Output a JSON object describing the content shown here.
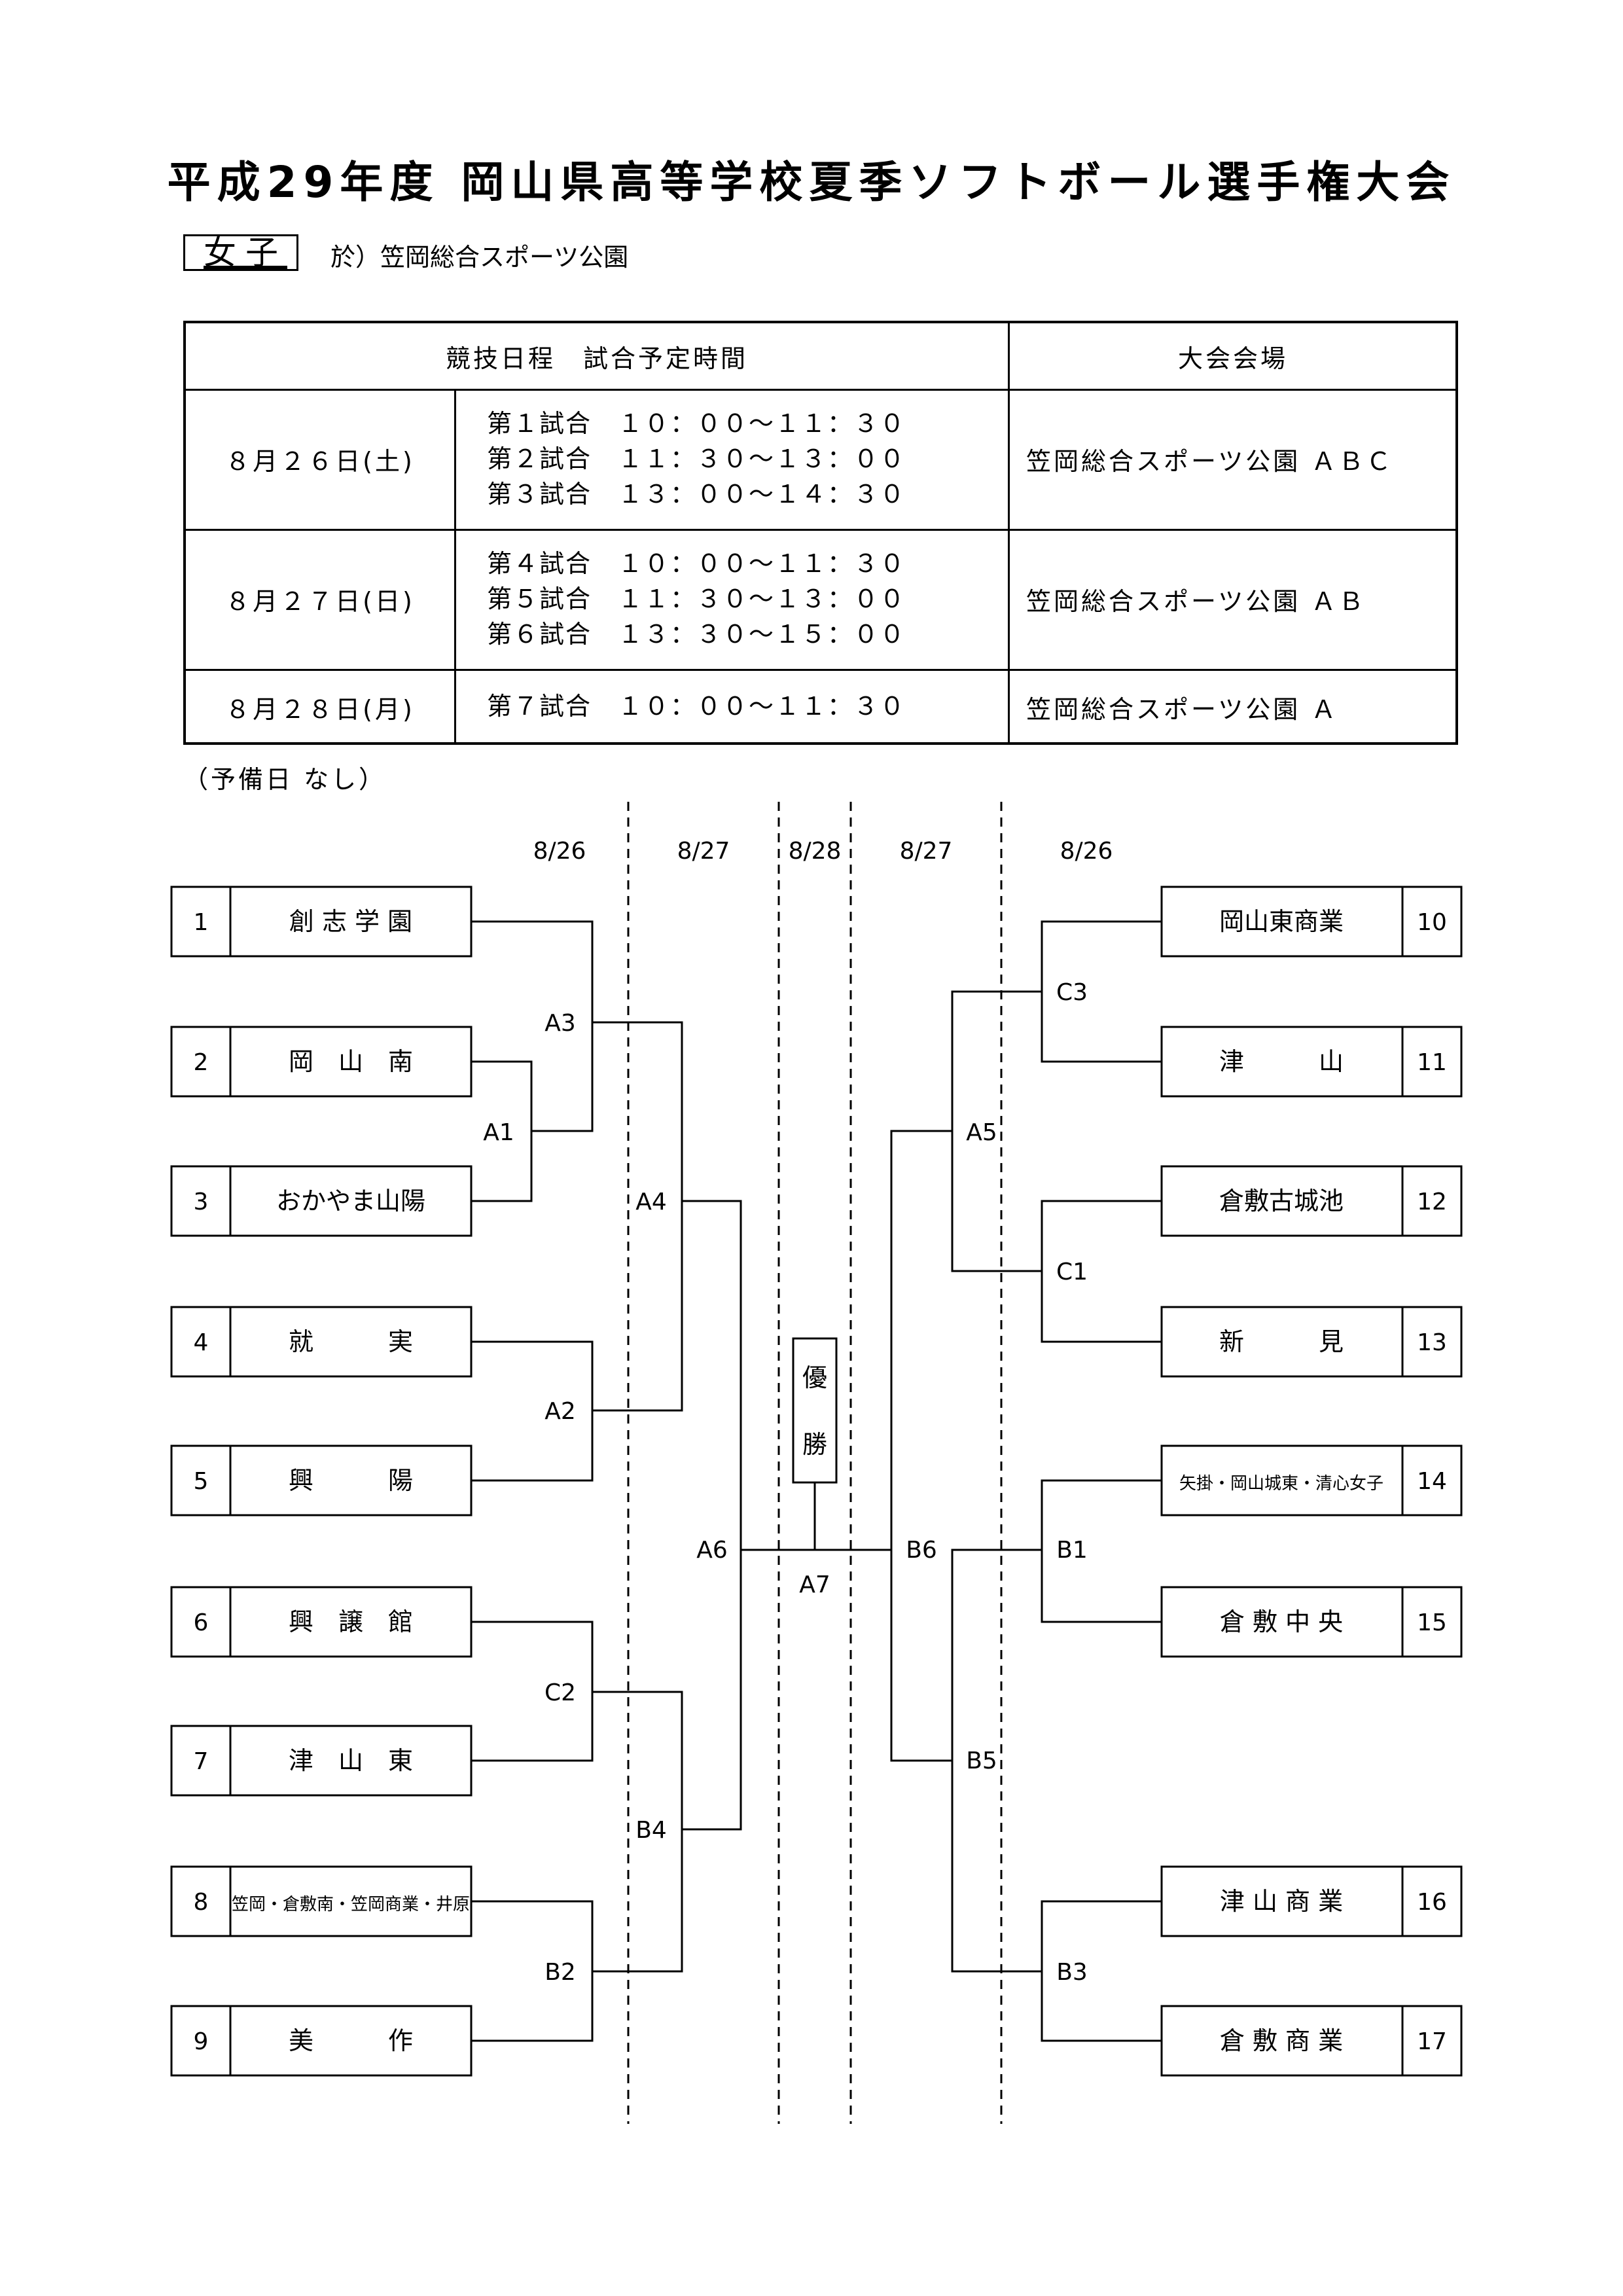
{
  "title": "平成29年度 岡山県高等学校夏季ソフトボール選手権大会",
  "division_label": "女子",
  "venue_note": "於）笠岡総合スポーツ公園",
  "schedule_table": {
    "headers": {
      "schedule": "競技日程　試合予定時間",
      "venue": "大会会場"
    },
    "rows": [
      {
        "date": "８月２６日(土)",
        "games": [
          "第１試合　１０：００～１１：３０",
          "第２試合　１１：３０～１３：００",
          "第３試合　１３：００～１４：３０"
        ],
        "venue": "笠岡総合スポーツ公園 ＡＢＣ"
      },
      {
        "date": "８月２７日(日)",
        "games": [
          "第４試合　１０：００～１１：３０",
          "第５試合　１１：３０～１３：００",
          "第６試合　１３：３０～１５：００"
        ],
        "venue": "笠岡総合スポーツ公園 ＡＢ"
      },
      {
        "date": "８月２８日(月)",
        "games": [
          "第７試合　１０：００～１１：３０"
        ],
        "venue": "笠岡総合スポーツ公園 Ａ"
      }
    ]
  },
  "reserve_note": "（予備日 なし）",
  "bracket": {
    "dates": [
      "8/26",
      "8/27",
      "8/28",
      "8/27",
      "8/26"
    ],
    "left_teams": [
      {
        "seed": "1",
        "name": "創 志 学 園"
      },
      {
        "seed": "2",
        "name": "岡　山　南"
      },
      {
        "seed": "3",
        "name": "おかやま山陽"
      },
      {
        "seed": "4",
        "name": "就　　　実"
      },
      {
        "seed": "5",
        "name": "興　　　陽"
      },
      {
        "seed": "6",
        "name": "興　譲　館"
      },
      {
        "seed": "7",
        "name": "津　山　東"
      },
      {
        "seed": "8",
        "name": "笠岡・倉敷南・笠岡商業・井原"
      },
      {
        "seed": "9",
        "name": "美　　　作"
      }
    ],
    "right_teams": [
      {
        "seed": "10",
        "name": "岡山東商業"
      },
      {
        "seed": "11",
        "name": "津　　　山"
      },
      {
        "seed": "12",
        "name": "倉敷古城池"
      },
      {
        "seed": "13",
        "name": "新　　　見"
      },
      {
        "seed": "14",
        "name": "矢掛・岡山城東・清心女子"
      },
      {
        "seed": "15",
        "name": "倉 敷 中 央"
      },
      {
        "seed": "16",
        "name": "津 山 商 業"
      },
      {
        "seed": "17",
        "name": "倉 敷 商 業"
      }
    ],
    "games": {
      "A1": "A1",
      "A2": "A2",
      "A3": "A3",
      "A4": "A4",
      "A5": "A5",
      "A6": "A6",
      "A7": "A7",
      "B1": "B1",
      "B2": "B2",
      "B3": "B3",
      "B4": "B4",
      "B5": "B5",
      "B6": "B6",
      "C1": "C1",
      "C2": "C2",
      "C3": "C3"
    },
    "champion_label": [
      "優",
      "勝"
    ]
  }
}
